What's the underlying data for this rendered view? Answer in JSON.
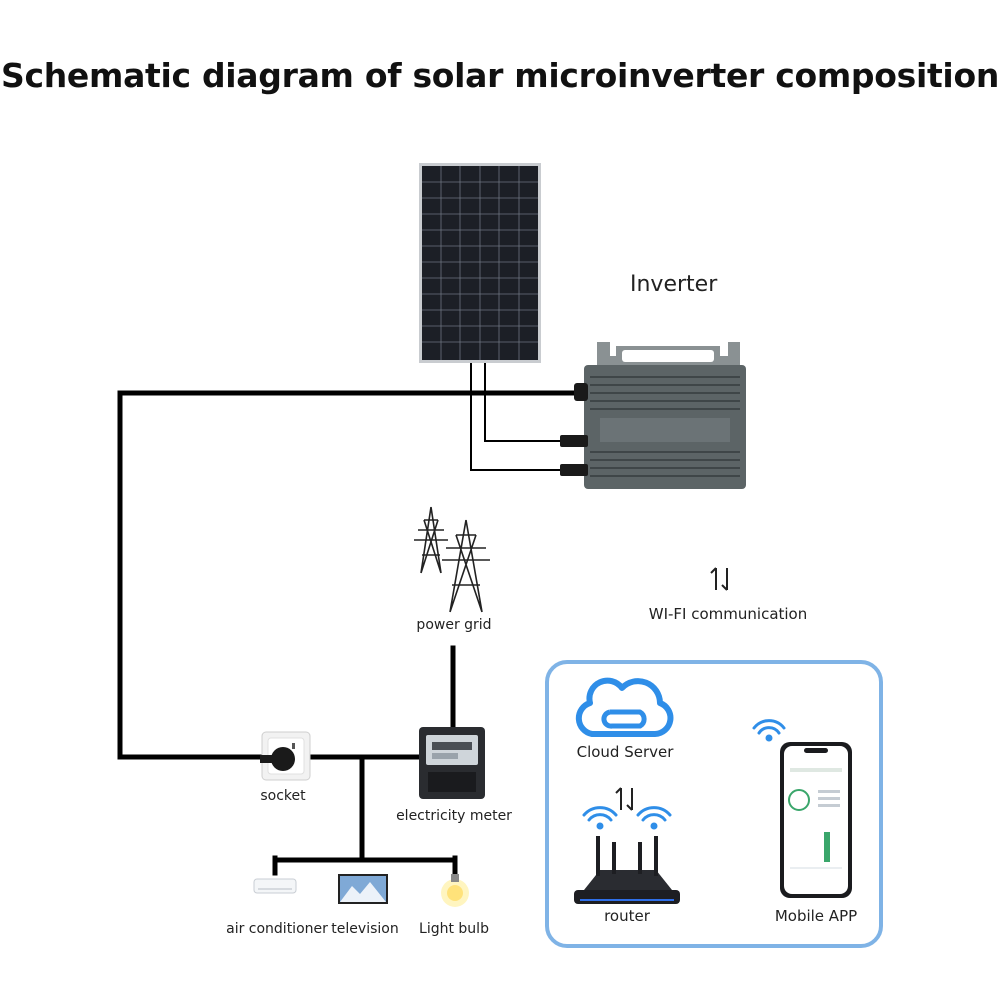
{
  "title": "Schematic diagram of solar microinverter composition",
  "labels": {
    "inverter": "Inverter",
    "power_grid": "power grid",
    "wifi": "WI-FI communication",
    "socket": "socket",
    "electricity_meter": "electricity meter",
    "air_conditioner": "air conditioner",
    "television": "television",
    "light_bulb": "Light bulb",
    "cloud_server": "Cloud Server",
    "router": "router",
    "mobile_app": "Mobile APP"
  },
  "icons": {
    "solar_panel": "solar-panel-icon",
    "inverter": "microinverter-icon",
    "power_tower": "power-tower-icon",
    "socket": "socket-icon",
    "meter": "meter-icon",
    "cloud": "cloud-icon",
    "router": "router-icon",
    "phone": "phone-icon",
    "wifi": "wifi-icon",
    "arrows": "bidirectional-arrows-icon"
  },
  "colors": {
    "wire": "#000000",
    "panel": "#1c1f26",
    "inverter": "#5c6466",
    "box_border": "#7fb3e6",
    "cloud": "#2f8ee8",
    "wifi": "#2f8ee8"
  }
}
